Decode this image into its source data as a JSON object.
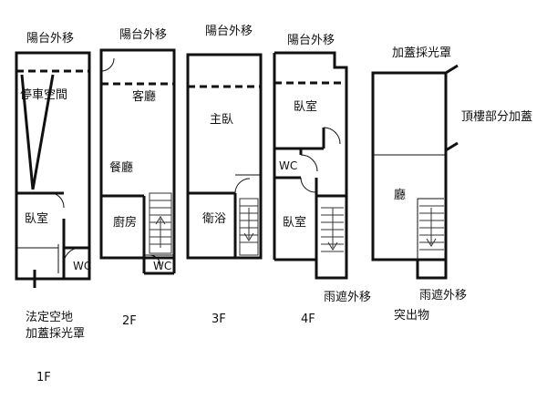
{
  "labels": {
    "f1_balcony": "陽台外移",
    "f1_parking": "停車空間",
    "f1_bedroom": "臥室",
    "f1_wc": "WC",
    "f1_open_land": "法定空地",
    "f1_skylight": "加蓋採光罩",
    "f1_floor": "1F",
    "f2_balcony": "陽台外移",
    "f2_living": "客廳",
    "f2_dining": "餐廳",
    "f2_kitchen": "廚房",
    "f2_wc": "WC",
    "f2_floor": "2F",
    "f3_balcony": "陽台外移",
    "f3_master": "主臥",
    "f3_bath": "衛浴",
    "f3_floor": "3F",
    "f4_balcony": "陽台外移",
    "f4_bedroom_top": "臥室",
    "f4_wc": "WC",
    "f4_bedroom_bottom": "臥室",
    "f4_canopy": "雨遮外移",
    "f4_floor": "4F",
    "roof_skylight": "加蓋採光罩",
    "roof_addition": "頂樓部分加蓋",
    "roof_hall": "廳",
    "roof_canopy": "雨遮外移",
    "roof_protrusion": "突出物"
  },
  "colors": {
    "line": "#111111",
    "background": "#ffffff"
  }
}
